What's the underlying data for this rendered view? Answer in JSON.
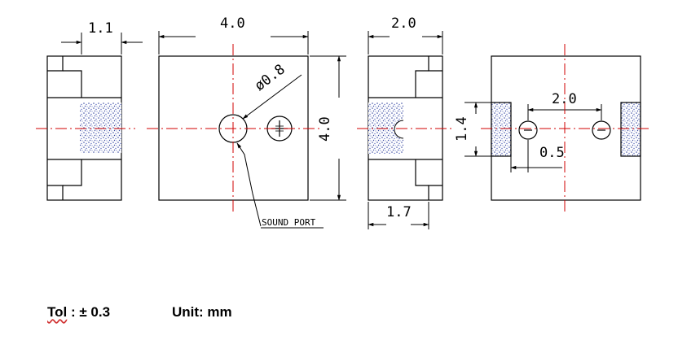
{
  "dimensions": {
    "side_width": "1.1",
    "top_width": "4.0",
    "top_height": "4.0",
    "hole_diameter": "ø0.8",
    "right_width": "2.0",
    "right_bottom": "1.7",
    "pad_height": "1.4",
    "pad_pitch": "2.0",
    "pad_offset": "0.5"
  },
  "annotations": {
    "sound_port": "SOUND PORT"
  },
  "footer": {
    "tol_label": "Tol",
    "tol_value": " : ± 0.3",
    "unit": "Unit: mm"
  },
  "colors": {
    "outline": "#000000",
    "centerline": "#d00000",
    "fill_dots": "#3a4aa0"
  }
}
